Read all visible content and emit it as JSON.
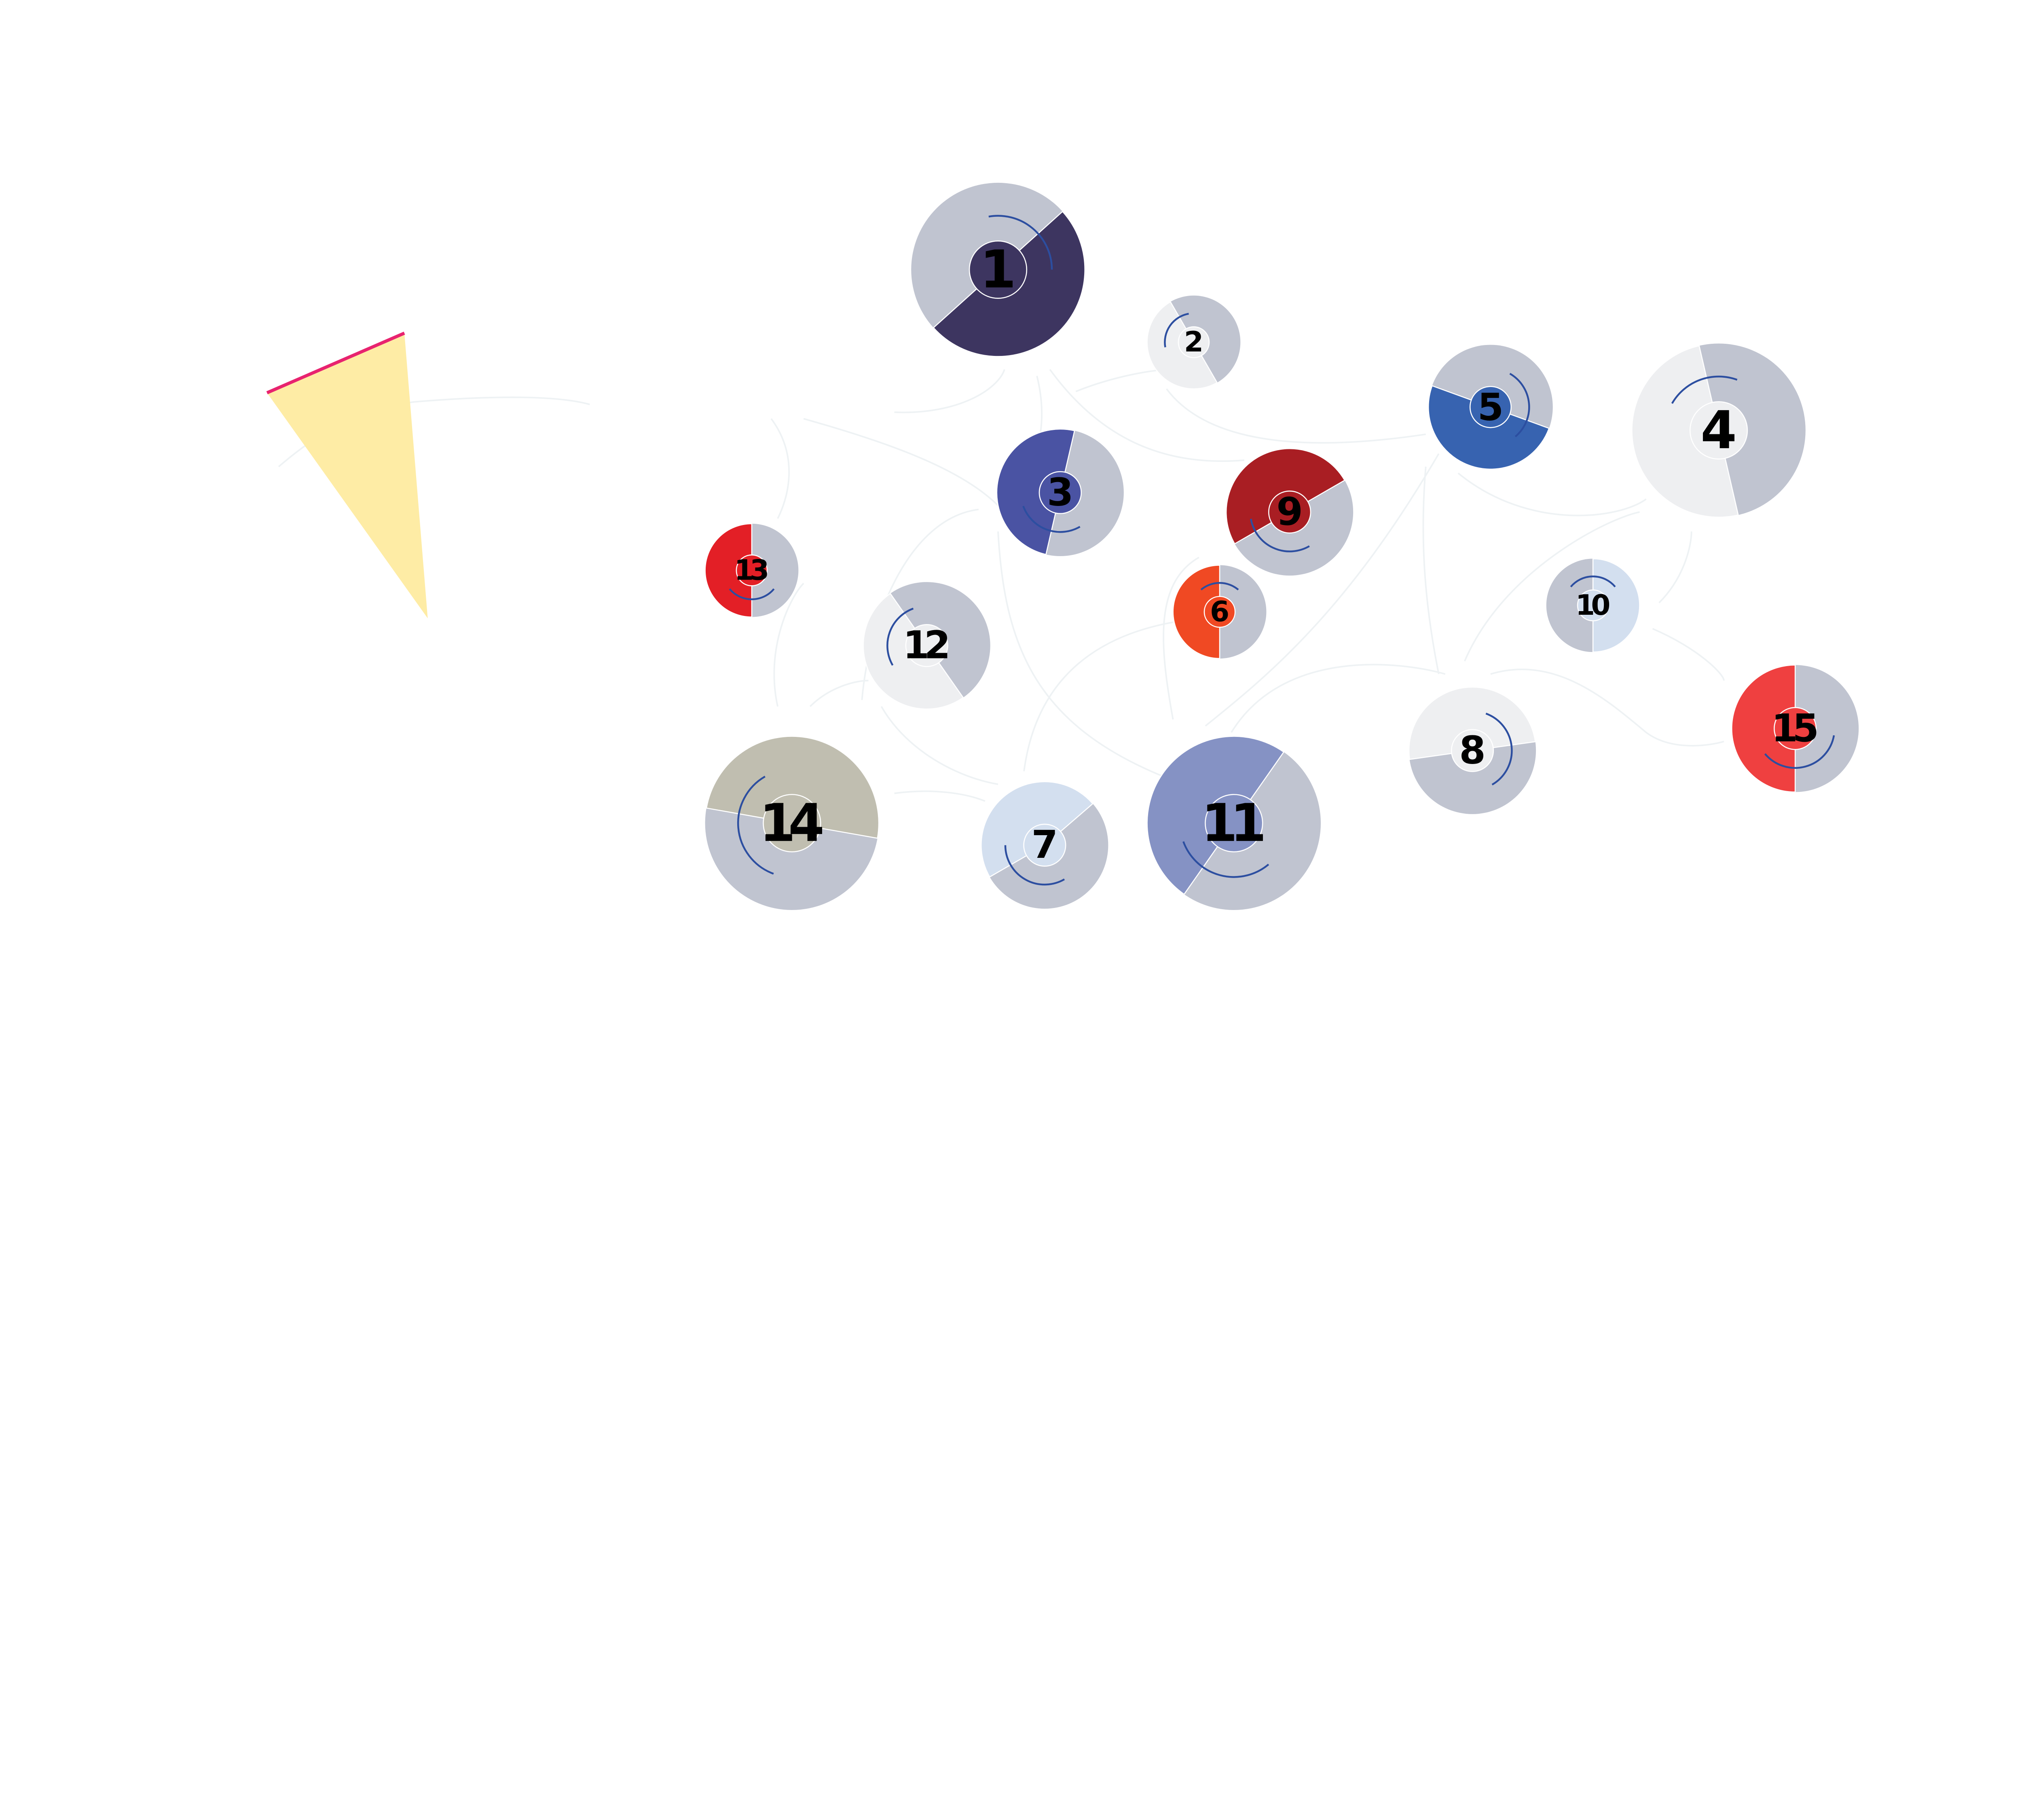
{
  "diagram": {
    "rest_color": "#c0c4d0",
    "arc_color": "#2c4ea0",
    "edge_color": "#eef2f4",
    "nodes": [
      {
        "label": "1",
        "color": "#3d3560",
        "fraction": 0.5
      },
      {
        "label": "2",
        "color": "#eeeff1",
        "fraction": 0.5
      },
      {
        "label": "3",
        "color": "#4a53a3",
        "fraction": 0.5
      },
      {
        "label": "4",
        "color": "#eeeff1",
        "fraction": 0.5
      },
      {
        "label": "5",
        "color": "#3763b0",
        "fraction": 0.5
      },
      {
        "label": "6",
        "color": "#f04923",
        "fraction": 0.5
      },
      {
        "label": "7",
        "color": "#d3dfef",
        "fraction": 0.47
      },
      {
        "label": "8",
        "color": "#eeeff1",
        "fraction": 0.5
      },
      {
        "label": "9",
        "color": "#a91e23",
        "fraction": 0.5
      },
      {
        "label": "10",
        "color": "#d3dfef",
        "fraction": 0.5
      },
      {
        "label": "11",
        "color": "#8592c4",
        "fraction": 0.5
      },
      {
        "label": "12",
        "color": "#eeeff1",
        "fraction": 0.5
      },
      {
        "label": "13",
        "color": "#e31f26",
        "fraction": 0.5
      },
      {
        "label": "14",
        "color": "#c0beb0",
        "fraction": 0.5
      },
      {
        "label": "15",
        "color": "#ef4040",
        "fraction": 0.5
      }
    ],
    "pointer": {
      "fill": "#feeca5",
      "edge": "#e8236f"
    }
  }
}
